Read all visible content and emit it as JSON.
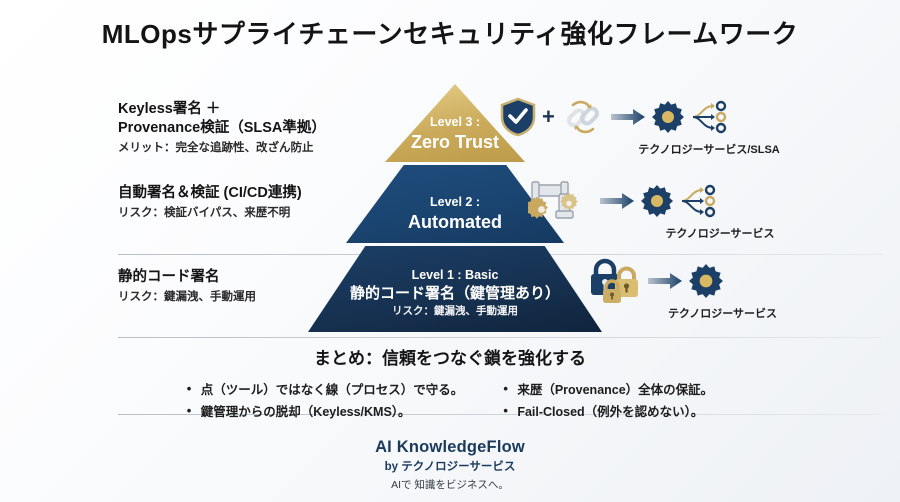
{
  "title": "MLOpsサプライチェーンセキュリティ強化フレームワーク",
  "colors": {
    "gold": "#cbab5b",
    "navy_mid": "#1a4470",
    "navy_dark": "#16304f",
    "text": "#141414",
    "brand": "#1a3a5c"
  },
  "levels": [
    {
      "id": "level-3",
      "left_heading": "Keyless署名 ＋\nProvenance検証（SLSA準拠）",
      "left_heading_line1": "Keyless署名 ＋",
      "left_heading_line2": "Provenance検証（SLSA準拠）",
      "left_sub": "メリット：完全な追跡性、改ざん防止",
      "band_label": "Level 3 :",
      "band_title": "Zero Trust",
      "band_sub": "",
      "icons": [
        "shield-check-icon",
        "plus-icon",
        "chain-link-icon",
        "arrow-right-icon",
        "gear-icon",
        "branch-nodes-icon"
      ],
      "caption": "テクノロジーサービス/SLSA"
    },
    {
      "id": "level-2",
      "left_heading_line1": "自動署名＆検証 (CI/CD連携)",
      "left_heading_line2": "",
      "left_sub": "リスク：検証バイパス、来歴不明",
      "band_label": "Level 2 :",
      "band_title": "Automated",
      "band_sub": "",
      "icons": [
        "pipeline-gears-icon",
        "arrow-right-icon",
        "gear-icon",
        "branch-nodes-icon"
      ],
      "caption": "テクノロジーサービス"
    },
    {
      "id": "level-1",
      "left_heading_line1": "静的コード署名",
      "left_heading_line2": "",
      "left_sub": "リスク：鍵漏洩、手動運用",
      "band_label": "Level 1 : Basic",
      "band_title": "静的コード署名（鍵管理あり）",
      "band_sub": "リスク：鍵漏洩、手動運用",
      "icons": [
        "padlock-icon",
        "padlock-icon",
        "padlock-icon",
        "arrow-right-icon",
        "gear-icon"
      ],
      "caption": "テクノロジーサービス"
    }
  ],
  "summary": {
    "title": "まとめ：信頼をつなぐ鎖を強化する",
    "bullets_left": [
      "点（ツール）ではなく線（プロセス）で守る。",
      "鍵管理からの脱却（Keyless/KMS）。"
    ],
    "bullets_right": [
      "来歴（Provenance）全体の保証。",
      "Fail-Closed（例外を認めない）。"
    ]
  },
  "footer": {
    "brand": "AI KnowledgeFlow",
    "by": "by テクノロジーサービス",
    "tagline": "AIで 知識をビジネスへ。"
  }
}
